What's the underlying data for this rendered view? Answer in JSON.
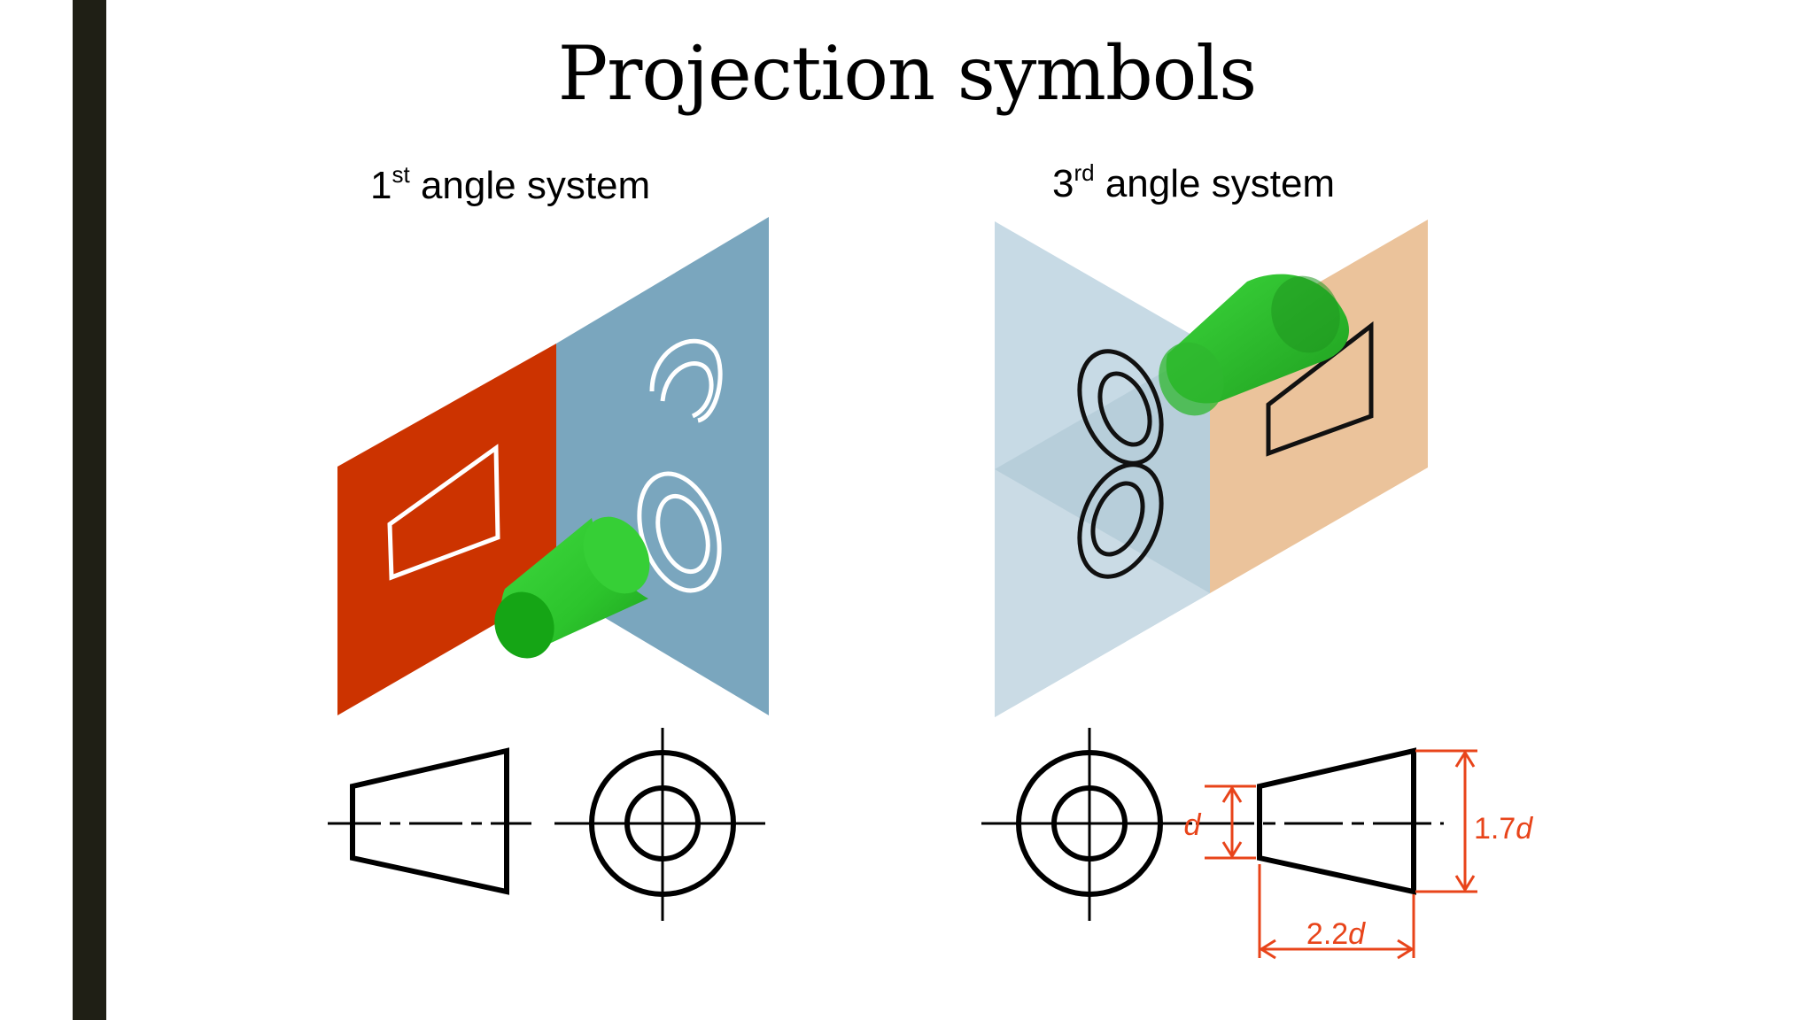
{
  "title": "Projection symbols",
  "first_angle": {
    "num": "1",
    "sup": "st",
    "rest": " angle system"
  },
  "third_angle": {
    "num": "3",
    "sup": "rd",
    "rest": " angle system"
  },
  "dimensions": {
    "d": "d",
    "height_num": "1.7",
    "height_var": "d",
    "length_num": "2.2",
    "length_var": "d"
  },
  "colors": {
    "red_plane": "#cc3300",
    "blue_plane": "#7aa6be",
    "light_blue_plane": "#c7dae5",
    "peach_plane": "#ebc39b",
    "cone_green": "#33cc33",
    "dimension_red": "#e8441a",
    "sidebar": "#1f1f15"
  }
}
